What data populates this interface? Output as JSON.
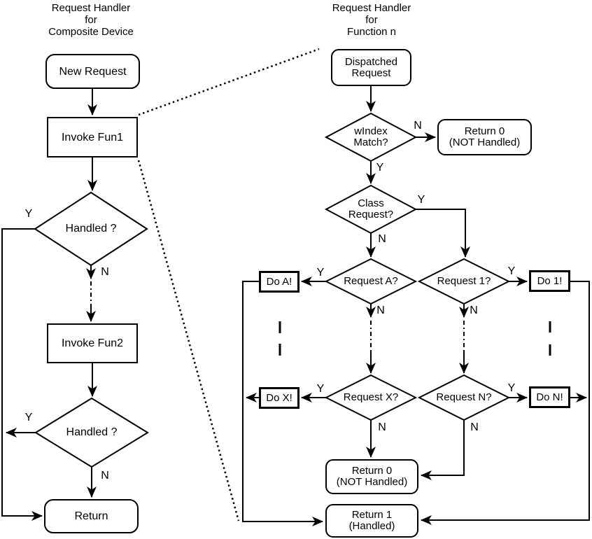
{
  "diagram_left": {
    "title": "Request Handler\nfor\nComposite Device",
    "nodes": {
      "new_request": "New Request",
      "invoke_fun1": "Invoke Fun1",
      "handled_1": "Handled ?",
      "invoke_fun2": "Invoke Fun2",
      "handled_2": "Handled ?",
      "return": "Return"
    }
  },
  "diagram_right": {
    "title": "Request Handler\nfor\nFunction n",
    "nodes": {
      "dispatched_request": "Dispatched\nRequest",
      "windex_match": "wIndex\nMatch?",
      "return_0_top": "Return 0\n(NOT Handled)",
      "class_request": "Class\nRequest?",
      "request_a": "Request A?",
      "request_1": "Request 1?",
      "do_a": "Do A!",
      "do_1": "Do 1!",
      "request_x": "Request X?",
      "request_n": "Request N?",
      "do_x": "Do X!",
      "do_n": "Do N!",
      "return_0_bottom": "Return 0\n(NOT Handled)",
      "return_1": "Return 1\n(Handled)"
    }
  },
  "branch_labels": {
    "yes": "Y",
    "no": "N"
  },
  "colors": {
    "line": "#000000",
    "background": "#ffffff",
    "text": "#000000"
  }
}
